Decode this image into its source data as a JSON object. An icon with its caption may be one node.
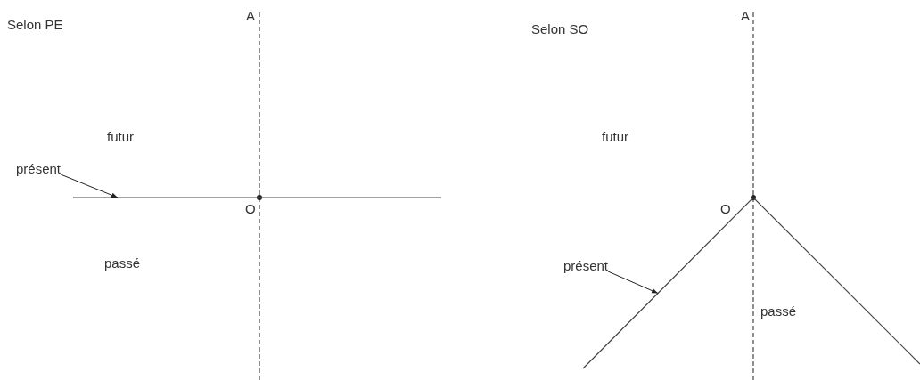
{
  "diagram": {
    "nodes": [
      {
        "text": [
          "présent"
        ]
      },
      {
        "text": [],
        "shape": "line"
      },
      {
        "text": [
          "présent"
        ]
      },
      {
        "text": [],
        "shape": "line"
      }
    ],
    "edges": [
      {
        "from": 0,
        "to": 1,
        "arrow": "to"
      },
      {
        "from": 2,
        "to": 3,
        "arrow": "to"
      }
    ],
    "labels": [
      "Selon PE",
      "A",
      "futur",
      "O",
      "passé",
      "Selon SO",
      "A",
      "futur",
      "O",
      "passé"
    ]
  }
}
